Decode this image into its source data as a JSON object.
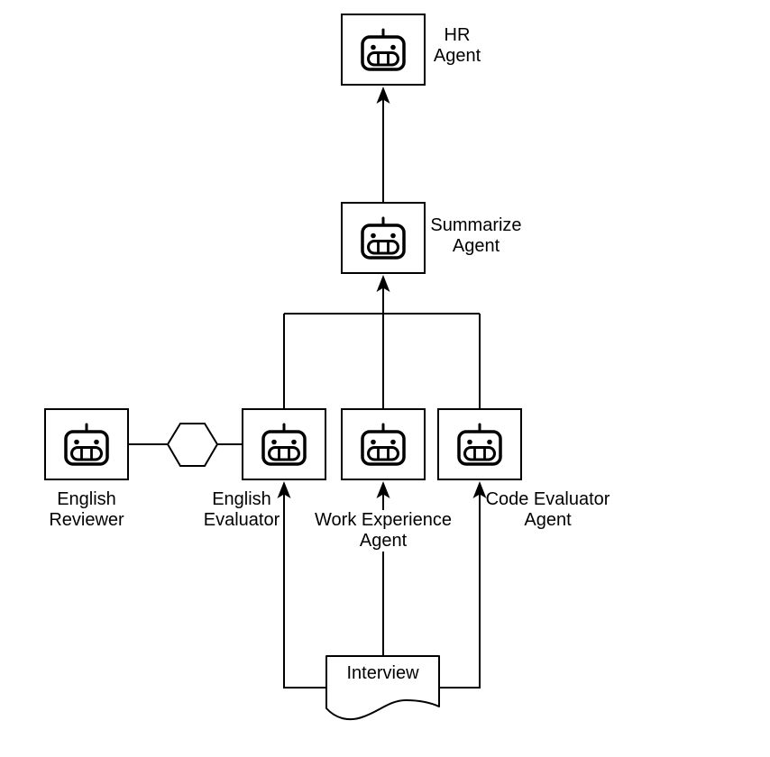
{
  "diagram": {
    "type": "flowchart",
    "colors": {
      "stroke": "#000000",
      "fill": "#ffffff",
      "text": "#000000"
    },
    "nodes": {
      "hr_agent": {
        "label": "HR\nAgent",
        "icon": "robot-icon",
        "shape": "square"
      },
      "summarize_agent": {
        "label": "Summarize\nAgent",
        "icon": "robot-icon",
        "shape": "square"
      },
      "english_reviewer": {
        "label": "English\nReviewer",
        "icon": "robot-icon",
        "shape": "square"
      },
      "english_evaluator": {
        "label": "English\nEvaluator",
        "icon": "robot-icon",
        "shape": "square"
      },
      "work_experience_agent": {
        "label": "Work Experience\nAgent",
        "icon": "robot-icon",
        "shape": "square"
      },
      "code_evaluator_agent": {
        "label": "Code Evaluator\nAgent",
        "icon": "robot-icon",
        "shape": "square"
      },
      "interview": {
        "label": "Interview",
        "shape": "document"
      }
    },
    "connectors": {
      "hexagon_link": {
        "shape": "hexagon",
        "between": [
          "english_reviewer",
          "english_evaluator"
        ],
        "label": ""
      }
    },
    "edges": [
      {
        "from": "summarize_agent",
        "to": "hr_agent",
        "arrow": "up"
      },
      {
        "from": "english_evaluator",
        "to": "summarize_agent",
        "arrow": "up"
      },
      {
        "from": "work_experience_agent",
        "to": "summarize_agent",
        "arrow": "up"
      },
      {
        "from": "code_evaluator_agent",
        "to": "summarize_agent",
        "arrow": "up"
      },
      {
        "from": "interview",
        "to": "english_evaluator",
        "arrow": "up"
      },
      {
        "from": "interview",
        "to": "work_experience_agent",
        "arrow": "up"
      },
      {
        "from": "interview",
        "to": "code_evaluator_agent",
        "arrow": "up"
      },
      {
        "from": "english_reviewer",
        "to": "english_evaluator",
        "via": "hexagon",
        "arrow": "none"
      }
    ]
  }
}
